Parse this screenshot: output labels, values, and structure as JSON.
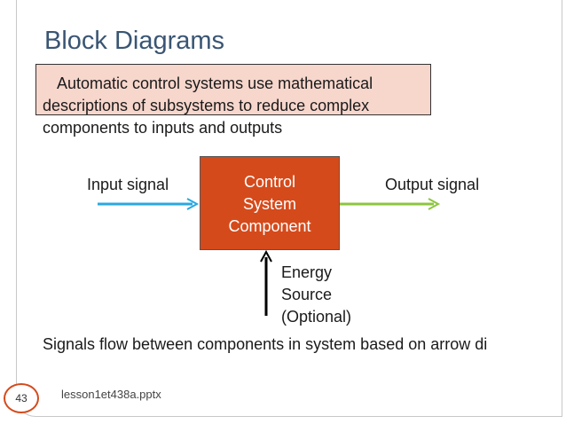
{
  "slide": {
    "title": "Block Diagrams",
    "paragraph": {
      "line1": "Automatic control systems use mathematical",
      "line2": "descriptions of subsystems to reduce complex",
      "line3": "components to inputs and outputs"
    },
    "diagram": {
      "input_label": "Input signal",
      "output_label": "Output signal",
      "block_lines": [
        "Control",
        "System",
        "Component"
      ],
      "energy_lines": [
        "Energy",
        "Source",
        "(Optional)"
      ],
      "colors": {
        "block": "#d54a1b",
        "input_arrow": "#29a8e0",
        "output_arrow": "#8cc63f",
        "energy_arrow": "#000000"
      }
    },
    "bottom_text": "Signals flow between components in system based on arrow di",
    "page_number": "43",
    "filename": "lesson1et438a.pptx"
  }
}
